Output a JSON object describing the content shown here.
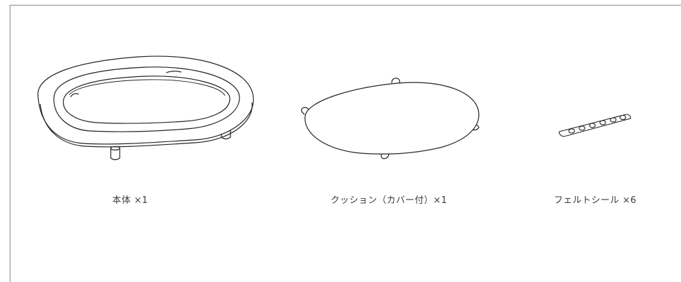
{
  "parts": [
    {
      "label": "本体 ×1",
      "icon": "tray-frame-icon"
    },
    {
      "label": "クッション（カバー付）×1",
      "icon": "cushion-icon"
    },
    {
      "label": "フェルトシール ×6",
      "icon": "felt-sticker-sheet-icon"
    }
  ]
}
